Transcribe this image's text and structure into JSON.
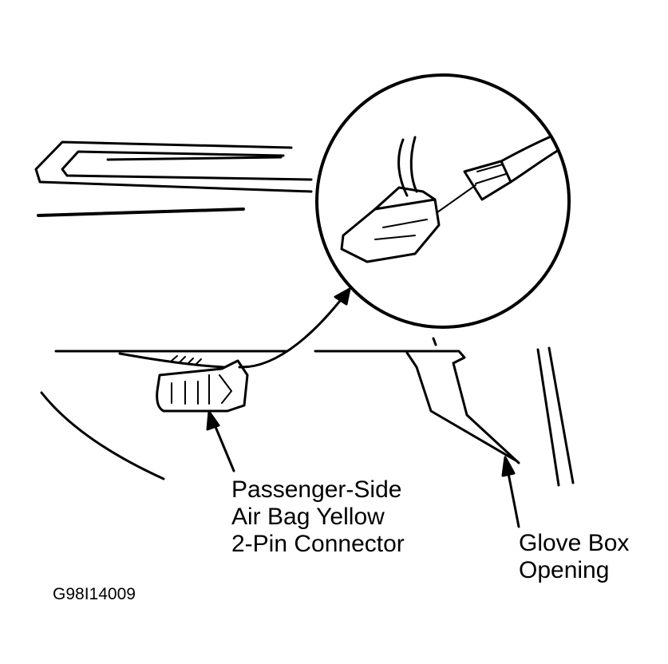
{
  "callouts": {
    "connector": {
      "line1": "Passenger-Side",
      "line2": "Air Bag Yellow",
      "line3": "2-Pin Connector"
    },
    "glovebox": {
      "line1": "Glove Box",
      "line2": "Opening"
    }
  },
  "figure_code": "G98I14009",
  "colors": {
    "ink": "#000000",
    "paper": "#ffffff"
  }
}
